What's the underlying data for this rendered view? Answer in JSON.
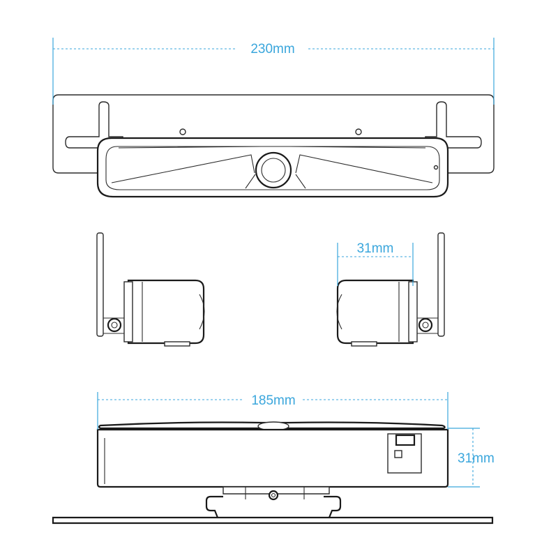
{
  "colors": {
    "dimension": "#3aa6dc",
    "line": "#2b2b2b",
    "background": "#ffffff"
  },
  "dimensions": {
    "top_width": "230mm",
    "side_depth": "31mm",
    "bottom_width": "185mm",
    "bottom_height": "31mm"
  }
}
